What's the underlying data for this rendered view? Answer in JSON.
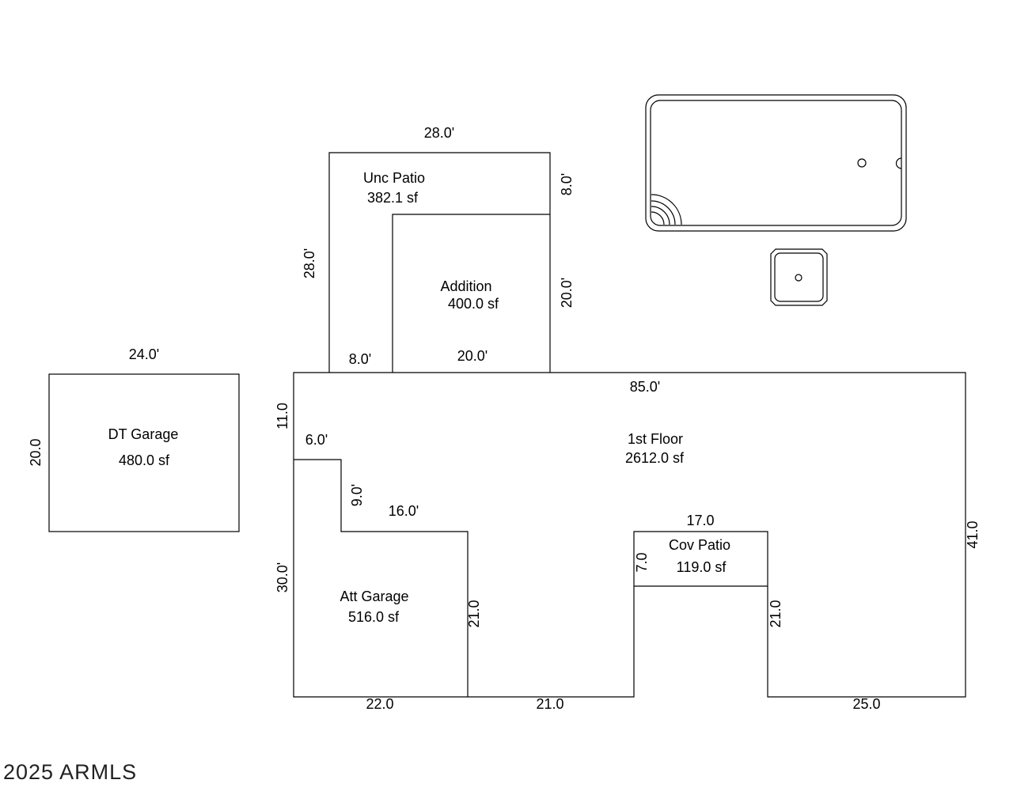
{
  "rooms": {
    "unc_patio": {
      "name": "Unc Patio",
      "area": "382.1 sf",
      "dims": [
        "28.0'",
        "8.0'",
        "28.0'",
        "8.0'"
      ]
    },
    "addition": {
      "name": "Addition",
      "area": "400.0 sf",
      "dims": [
        "20.0'",
        "20.0'"
      ]
    },
    "dt_garage": {
      "name": "DT Garage",
      "area": "480.0 sf",
      "dims": [
        "24.0'",
        "20.0"
      ]
    },
    "first_floor": {
      "name": "1st Floor",
      "area": "2612.0 sf",
      "dims": [
        "85.0'",
        "11.0",
        "6.0'",
        "9.0'",
        "16.0'",
        "30.0'",
        "41.0",
        "21.0",
        "25.0",
        "21.0"
      ]
    },
    "att_garage": {
      "name": "Att Garage",
      "area": "516.0 sf",
      "dims": [
        "22.0",
        "21.0"
      ]
    },
    "cov_patio": {
      "name": "Cov Patio",
      "area": "119.0 sf",
      "dims": [
        "17.0",
        "7.0"
      ]
    }
  },
  "watermark": "2025 ARMLS"
}
